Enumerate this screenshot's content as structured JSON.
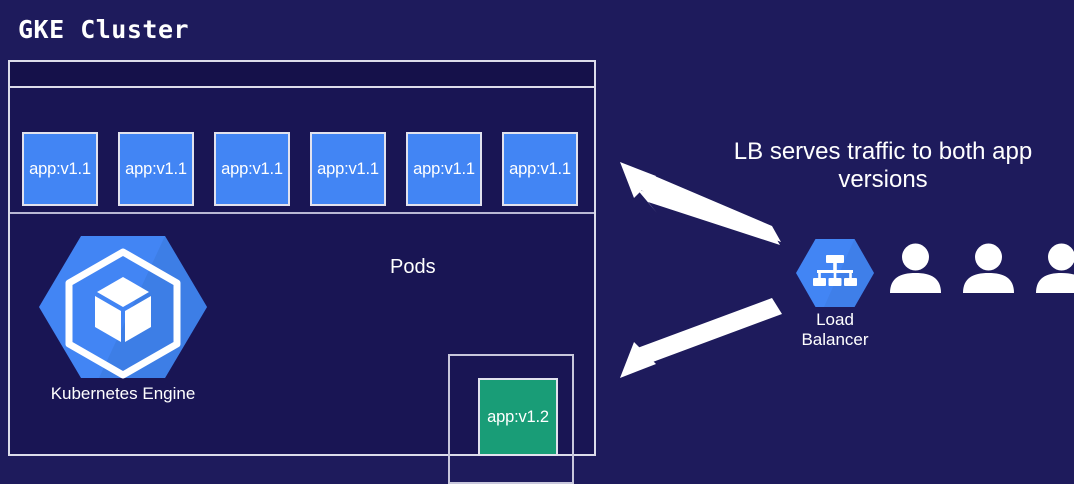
{
  "title": "GKE Cluster",
  "cluster": {
    "pods_label": "Pods",
    "pods_v1_1": [
      {
        "label": "app:v1.1"
      },
      {
        "label": "app:v1.1"
      },
      {
        "label": "app:v1.1"
      },
      {
        "label": "app:v1.1"
      },
      {
        "label": "app:v1.1"
      },
      {
        "label": "app:v1.1"
      }
    ],
    "pod_v1_2": {
      "label": "app:v1.2"
    },
    "kubernetes": {
      "label": "Kubernetes Engine",
      "icon": "kubernetes-engine-hexagon-icon"
    }
  },
  "right": {
    "caption": "LB serves traffic to both app versions",
    "load_balancer": {
      "label_line1": "Load",
      "label_line2": "Balancer",
      "icon": "load-balancer-hexagon-icon"
    },
    "users": [
      {
        "icon": "user-icon"
      },
      {
        "icon": "user-icon"
      },
      {
        "icon": "user-icon"
      }
    ],
    "arrows": [
      {
        "name": "arrow-to-v1-1-pods",
        "direction": "up-left"
      },
      {
        "name": "arrow-to-v1-2-pod",
        "direction": "down-left"
      }
    ]
  },
  "colors": {
    "background": "#1e1b5c",
    "cluster_fill": "#191554",
    "border": "#dcdcea",
    "pod_v1_1": "#4285f4",
    "pod_v1_2": "#199d77",
    "accent_blue": "#4285f4",
    "text": "#ffffff"
  }
}
